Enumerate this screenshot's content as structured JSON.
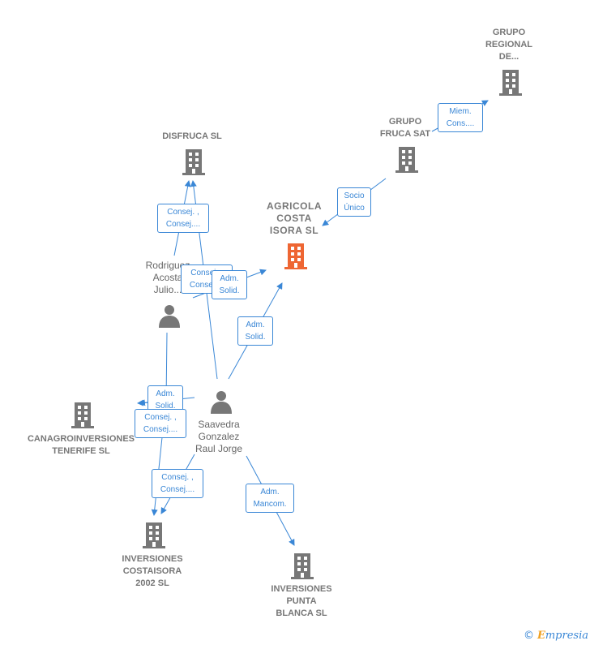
{
  "colors": {
    "edge": "#3a87d6",
    "company": "#777777",
    "focus": "#ee6633",
    "person": "#777777"
  },
  "companies": {
    "grupo_regional": {
      "label": "GRUPO\nREGIONAL\nDE...",
      "icon": "building-icon"
    },
    "grupo_fruca": {
      "label": "GRUPO\nFRUCA SAT",
      "icon": "building-icon"
    },
    "disfruca": {
      "label": "DISFRUCA SL",
      "icon": "building-icon"
    },
    "agricola": {
      "label": "AGRICOLA\nCOSTA\nISORA  SL",
      "icon": "building-icon"
    },
    "canagro": {
      "label": "CANAGROINVERSIONES\nTENERIFE  SL",
      "icon": "building-icon"
    },
    "costaisora": {
      "label": "INVERSIONES\nCOSTAISORA\n2002  SL",
      "icon": "building-icon"
    },
    "punta_blanca": {
      "label": "INVERSIONES\nPUNTA\nBLANCA SL",
      "icon": "building-icon"
    }
  },
  "persons": {
    "rodriguez": {
      "label": "Rodriguez\nAcosta\nJulio...",
      "icon": "person-icon"
    },
    "saavedra": {
      "label": "Saavedra\nGonzalez\nRaul Jorge",
      "icon": "person-icon"
    }
  },
  "edge_labels": {
    "miem_cons": "Miem.\nCons....",
    "socio_unico": "Socio\nÚnico",
    "consej_disfruca": "Consej. ,\nConsej....",
    "consej_rodriguez": "Consej. ,\nConsej....",
    "adm_solid_rodriguez": "Adm.\nSolid.",
    "adm_solid_saavedra": "Adm.\nSolid.",
    "adm_solid_canagro": "Adm.\nSolid.",
    "consej_canagro": "Consej. ,\nConsej....",
    "consej_costaisora": "Consej. ,\nConsej....",
    "adm_mancom": "Adm.\nMancom."
  },
  "brand": {
    "copyright": "©",
    "first_letter": "E",
    "rest": "mpresia"
  }
}
